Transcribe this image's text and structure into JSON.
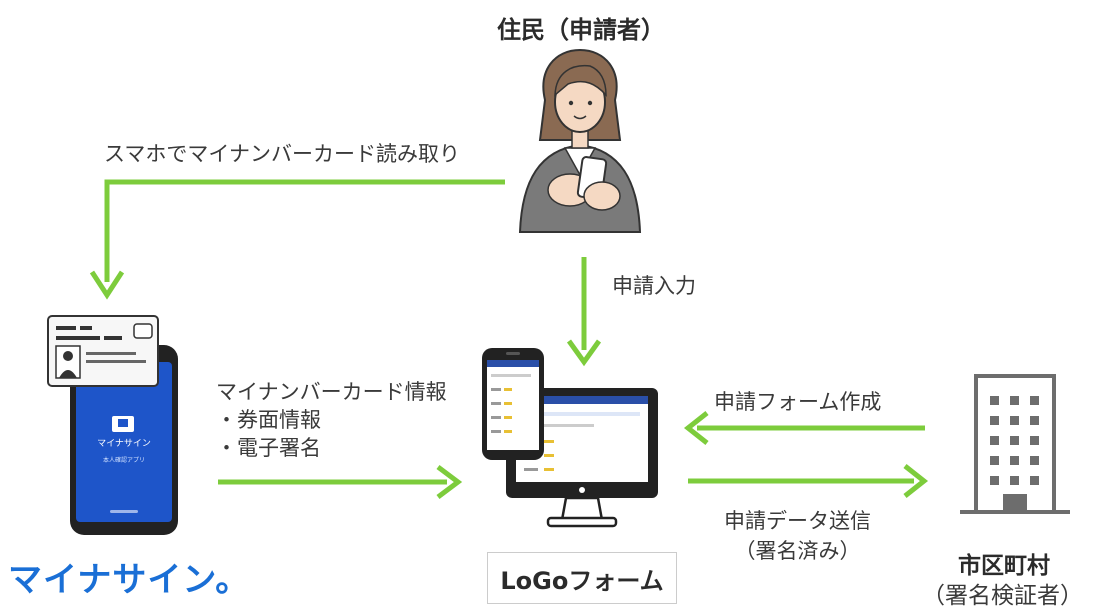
{
  "resident": {
    "title": "住民（申請者）"
  },
  "flows": {
    "card_read": "スマホでマイナンバーカード読み取り",
    "apply_input": "申請入力",
    "card_info": {
      "title": "マイナンバーカード情報",
      "item1": "・券面情報",
      "item2": "・電子署名"
    },
    "form_create": "申請フォーム作成",
    "data_send": {
      "line1": "申請データ送信",
      "line2": "（署名済み）"
    }
  },
  "myna_sign": {
    "logo": "マイナサイン。",
    "app_name": "マイナサイン",
    "app_sub": "本人確認アプリ"
  },
  "logo_form": {
    "logo": "LoGoフォーム"
  },
  "municipality": {
    "title": "市区町村",
    "sub": "（署名検証者）"
  },
  "colors": {
    "arrow": "#7dcc3c",
    "phone_screen": "#1e55c9",
    "myna_logo": "#1a6fd6",
    "building": "#6d6d6d"
  }
}
